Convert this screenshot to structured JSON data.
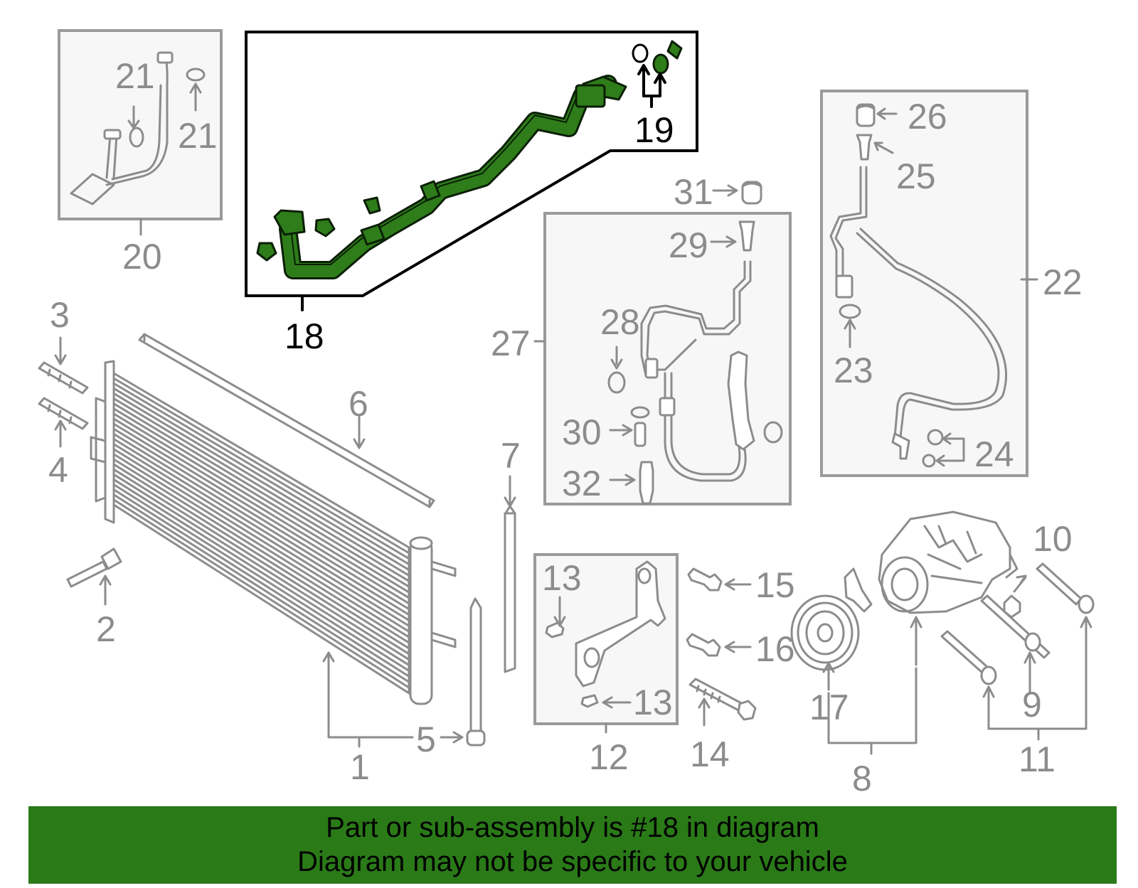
{
  "diagram": {
    "highlight_color": "#2e7d1a",
    "callouts": {
      "c1": "1",
      "c2": "2",
      "c3": "3",
      "c4": "4",
      "c5": "5",
      "c6": "6",
      "c7": "7",
      "c8": "8",
      "c9": "9",
      "c10": "10",
      "c11": "11",
      "c12": "12",
      "c13a": "13",
      "c13b": "13",
      "c14": "14",
      "c15": "15",
      "c16": "16",
      "c17": "17",
      "c18": "18",
      "c19": "19",
      "c20": "20",
      "c21a": "21",
      "c21b": "21",
      "c22": "22",
      "c23": "23",
      "c24": "24",
      "c25": "25",
      "c26": "26",
      "c27": "27",
      "c28": "28",
      "c29": "29",
      "c30": "30",
      "c31": "31",
      "c32": "32"
    }
  },
  "banner": {
    "background": "#2a7a18",
    "line1": "Part or sub-assembly is #18 in diagram",
    "line2": "Diagram may not be specific to your vehicle"
  }
}
